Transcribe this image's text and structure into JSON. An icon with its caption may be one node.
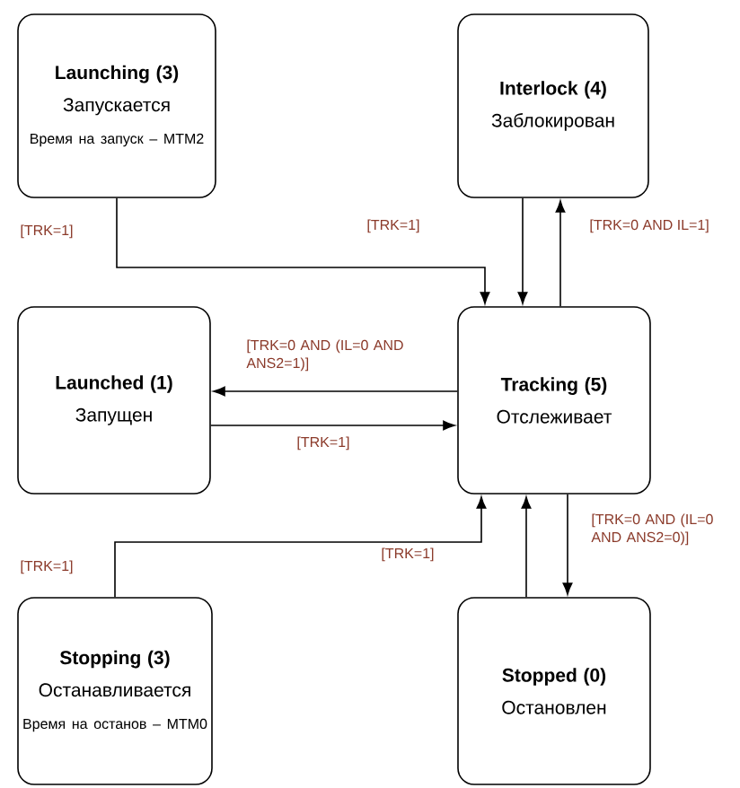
{
  "diagram": {
    "nodes": [
      {
        "text": [
          "Launching (3)",
          "Запускается",
          "Время на запуск – MTM2"
        ]
      },
      {
        "text": [
          "Interlock (4)",
          "Заблокирован"
        ]
      },
      {
        "text": [
          "Launched (1)",
          "Запущен"
        ]
      },
      {
        "text": [
          "Tracking (5)",
          "Отслеживает"
        ]
      },
      {
        "text": [
          "Stopping (3)",
          "Останавливается",
          "Время на останов – MTM0"
        ]
      },
      {
        "text": [
          "Stopped (0)",
          "Остановлен"
        ]
      }
    ],
    "edges": [
      {
        "from": 0,
        "to": 3,
        "arrow": "to",
        "label": "[TRK=1]"
      },
      {
        "from": 1,
        "to": 3,
        "arrow": "to"
      },
      {
        "from": 3,
        "to": 1,
        "arrow": "to",
        "label": "[TRK=0 AND IL=1]"
      },
      {
        "from": 3,
        "to": 2,
        "arrow": "to",
        "label": "[TRK=0 AND (IL=0 AND ANS2=1)]"
      },
      {
        "from": 2,
        "to": 3,
        "arrow": "to",
        "label": "[TRK=1]"
      },
      {
        "from": 4,
        "to": 3,
        "arrow": "to",
        "label": "[TRK=1]"
      },
      {
        "from": 5,
        "to": 3,
        "arrow": "to"
      },
      {
        "from": 3,
        "to": 5,
        "arrow": "to",
        "label": "[TRK=0 AND (IL=0 AND ANS2=0)]"
      }
    ],
    "labels": [
      "[TRK=1]",
      "[TRK=1]"
    ]
  }
}
